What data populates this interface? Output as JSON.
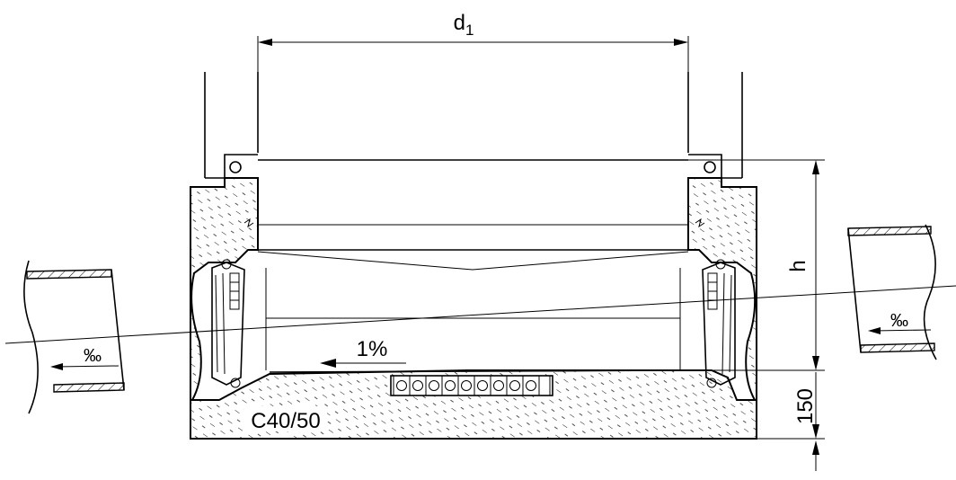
{
  "labels": {
    "diameter_symbol": "d",
    "diameter_subscript": "1",
    "height": "h",
    "base_thickness": "150",
    "concrete_grade": "C40/50",
    "inner_slope": "1%",
    "pipe_slope_left": "‰",
    "pipe_slope_right": "‰"
  },
  "colors": {
    "line": "#000000",
    "background": "#ffffff"
  }
}
